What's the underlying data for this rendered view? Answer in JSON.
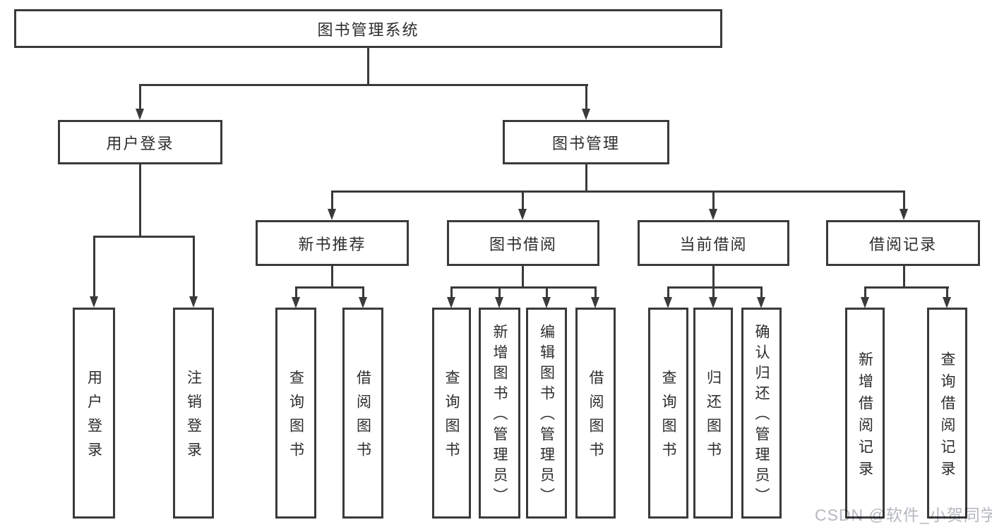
{
  "colors": {
    "line": "#3a3a3a",
    "text": "#2d2d2d",
    "watermark": "#b5b9bf",
    "bg": "#ffffff"
  },
  "diagram": {
    "title": "图书管理系统",
    "branches": [
      {
        "label": "用户登录",
        "children": [
          {
            "label": "用户登录"
          },
          {
            "label": "注销登录"
          }
        ]
      },
      {
        "label": "图书管理",
        "sections": [
          {
            "label": "新书推荐",
            "children": [
              {
                "label": "查询图书"
              },
              {
                "label": "借阅图书"
              }
            ]
          },
          {
            "label": "图书借阅",
            "children": [
              {
                "label": "查询图书"
              },
              {
                "label": "新增图书（管理员）"
              },
              {
                "label": "编辑图书（管理员）"
              },
              {
                "label": "借阅图书"
              }
            ]
          },
          {
            "label": "当前借阅",
            "children": [
              {
                "label": "查询图书"
              },
              {
                "label": "归还图书"
              },
              {
                "label": "确认归还（管理员）"
              }
            ]
          },
          {
            "label": "借阅记录",
            "children": [
              {
                "label": "新增借阅记录"
              },
              {
                "label": "查询借阅记录"
              }
            ]
          }
        ]
      }
    ],
    "watermark": "CSDN @软件_小贺同学"
  }
}
